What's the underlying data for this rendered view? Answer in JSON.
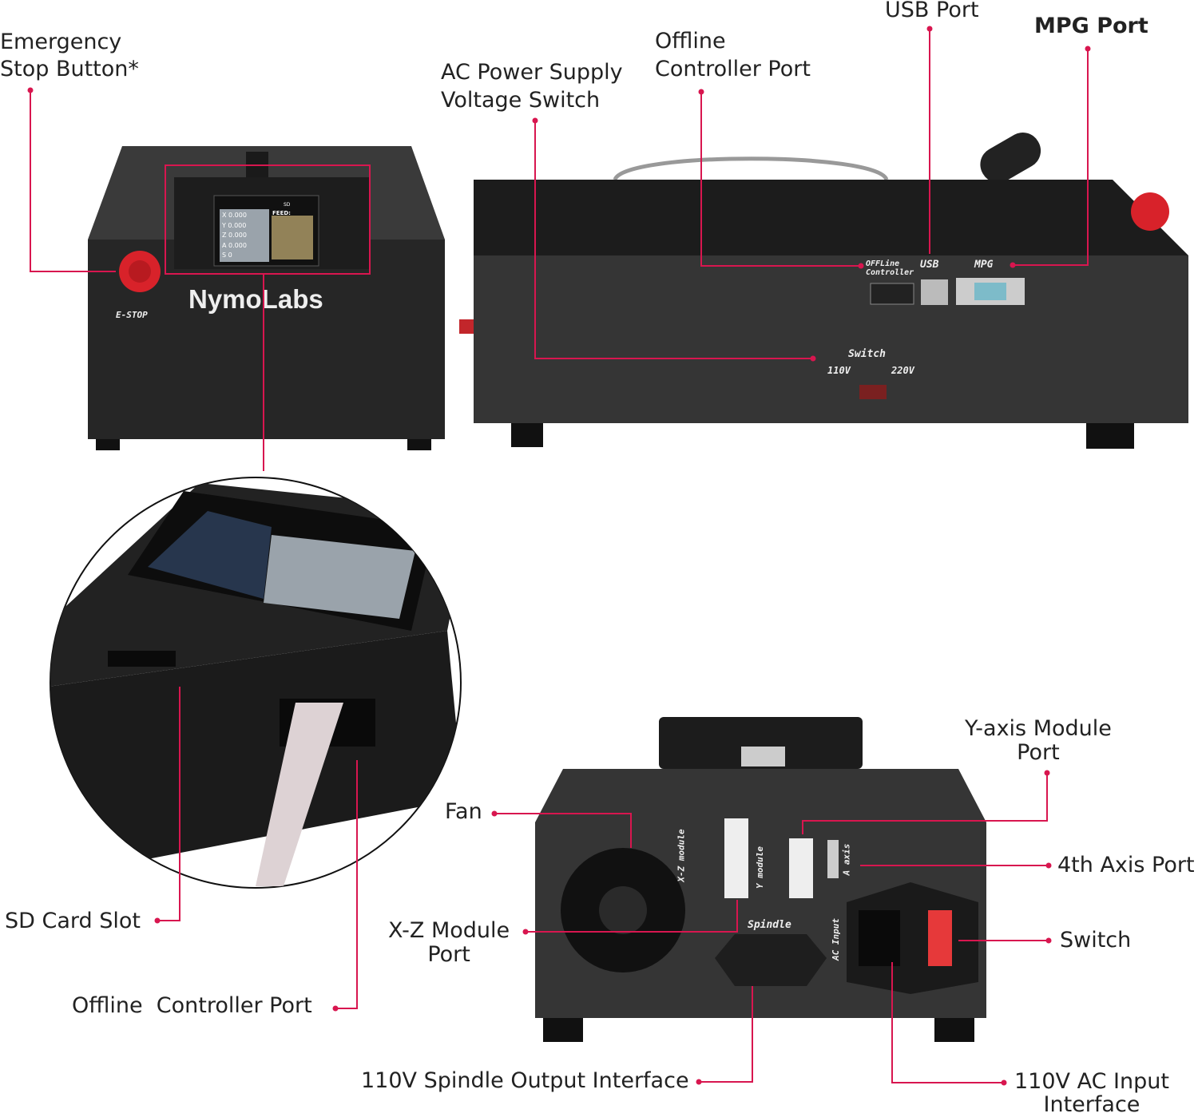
{
  "labels": {
    "estop": "Emergency\nStop Button*",
    "ac_switch": "AC Power Supply\nVoltage Switch",
    "offline_top": "Offline\nController Port",
    "usb": "USB Port",
    "mpg": "MPG Port",
    "sd": "SD Card Slot",
    "offline_bottom": "Offline  Controller Port",
    "fan": "Fan",
    "yaxis": "Y-axis Module\nPort",
    "fourth": "4th Axis Port",
    "xz": "X-Z Module\nPort",
    "switch": "Switch",
    "spindle_out": "110V Spindle Output Interface",
    "ac_input": "110V AC Input\nInterface"
  },
  "device": {
    "brand": "NymoLabs",
    "estop_text": "E-STOP",
    "panel_offline": "OFFLine\nController",
    "panel_usb": "USB",
    "panel_mpg": "MPG",
    "panel_switch": "Switch",
    "panel_110": "110V",
    "panel_220": "220V",
    "rear_xz": "X-Z module",
    "rear_y": "Y module",
    "rear_a": "A axis",
    "rear_spindle": "Spindle",
    "rear_ac": "AC Input",
    "screen": {
      "axes": [
        "X 0.000",
        "Y 0.000",
        "Z 0.000",
        "A 0.000",
        "S 0"
      ],
      "feed": "FEED:",
      "sd": "SD"
    }
  },
  "colors": {
    "accent": "#d8164f",
    "body": "#2b2b2b"
  }
}
